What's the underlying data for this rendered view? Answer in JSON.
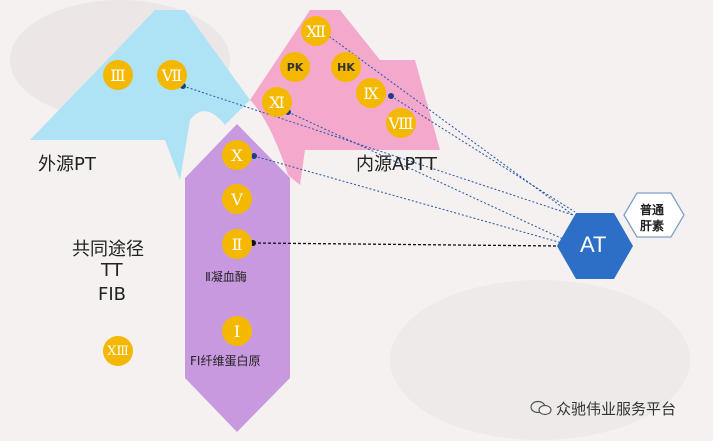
{
  "labels": {
    "extrinsic": "外源PT",
    "intrinsic": "内源APTT",
    "common_1": "共同途径",
    "common_2": "TT",
    "common_3": "FIB",
    "thrombin": "Ⅱ凝血酶",
    "fibrinogen": "FⅠ纤维蛋白原"
  },
  "factors": {
    "f3": "Ⅲ",
    "f7": "Ⅶ",
    "f12": "Ⅻ",
    "pk": "PK",
    "hk": "HK",
    "f11": "Ⅺ",
    "f9": "Ⅸ",
    "f8": "Ⅷ",
    "f10": "Ⅹ",
    "f5": "Ⅴ",
    "f2": "Ⅱ",
    "f1": "Ⅰ",
    "f13": "ⅩⅢ"
  },
  "at": {
    "label": "AT"
  },
  "heparin": {
    "line1": "普通",
    "line2": "肝素"
  },
  "watermark": "众驰伟业服务平台",
  "colors": {
    "extrinsic_fill": "#aee3f5",
    "intrinsic_fill": "#f4a9cc",
    "common_fill": "#c999e0",
    "factor_fill": "#f5b800",
    "at_fill": "#2d6fc6",
    "line": "#2255aa"
  }
}
